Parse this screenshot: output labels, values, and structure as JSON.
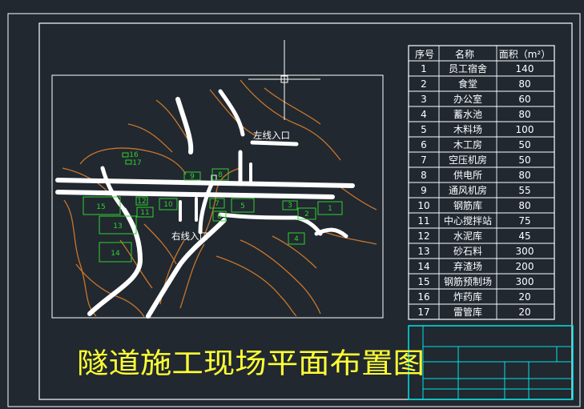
{
  "drawing": {
    "title": "隧道施工现场平面布置图",
    "left_entrance_label": "左线入口",
    "right_entrance_label": "右线入口",
    "zones": [
      {
        "id": "1"
      },
      {
        "id": "2"
      },
      {
        "id": "3"
      },
      {
        "id": "4"
      },
      {
        "id": "5"
      },
      {
        "id": "6"
      },
      {
        "id": "7"
      },
      {
        "id": "8"
      },
      {
        "id": "9"
      },
      {
        "id": "10"
      },
      {
        "id": "11"
      },
      {
        "id": "12"
      },
      {
        "id": "13"
      },
      {
        "id": "14"
      },
      {
        "id": "15"
      },
      {
        "id": "16"
      },
      {
        "id": "17"
      }
    ]
  },
  "legend_table": {
    "headers": [
      "序号",
      "名称",
      "面积（m²）"
    ],
    "rows": [
      [
        "1",
        "员工宿舍",
        "140"
      ],
      [
        "2",
        "食堂",
        "80"
      ],
      [
        "3",
        "办公室",
        "60"
      ],
      [
        "4",
        "蓄水池",
        "80"
      ],
      [
        "5",
        "木料场",
        "100"
      ],
      [
        "6",
        "木工房",
        "50"
      ],
      [
        "7",
        "空压机房",
        "50"
      ],
      [
        "8",
        "供电所",
        "80"
      ],
      [
        "9",
        "通风机房",
        "55"
      ],
      [
        "10",
        "钢筋库",
        "80"
      ],
      [
        "11",
        "中心搅拌站",
        "75"
      ],
      [
        "12",
        "水泥库",
        "45"
      ],
      [
        "13",
        "砂石料",
        "300"
      ],
      [
        "14",
        "弃渣场",
        "200"
      ],
      [
        "15",
        "钢筋预制场",
        "300"
      ],
      [
        "16",
        "炸药库",
        "20"
      ],
      [
        "17",
        "雷管库",
        "20"
      ]
    ]
  },
  "colors": {
    "background": "#212830",
    "frame": "#ffffff",
    "title_block": "#00e5e5",
    "zone": "#2fd12f",
    "contour": "#c8762a",
    "road": "#ffffff",
    "title": "#ffff33"
  }
}
